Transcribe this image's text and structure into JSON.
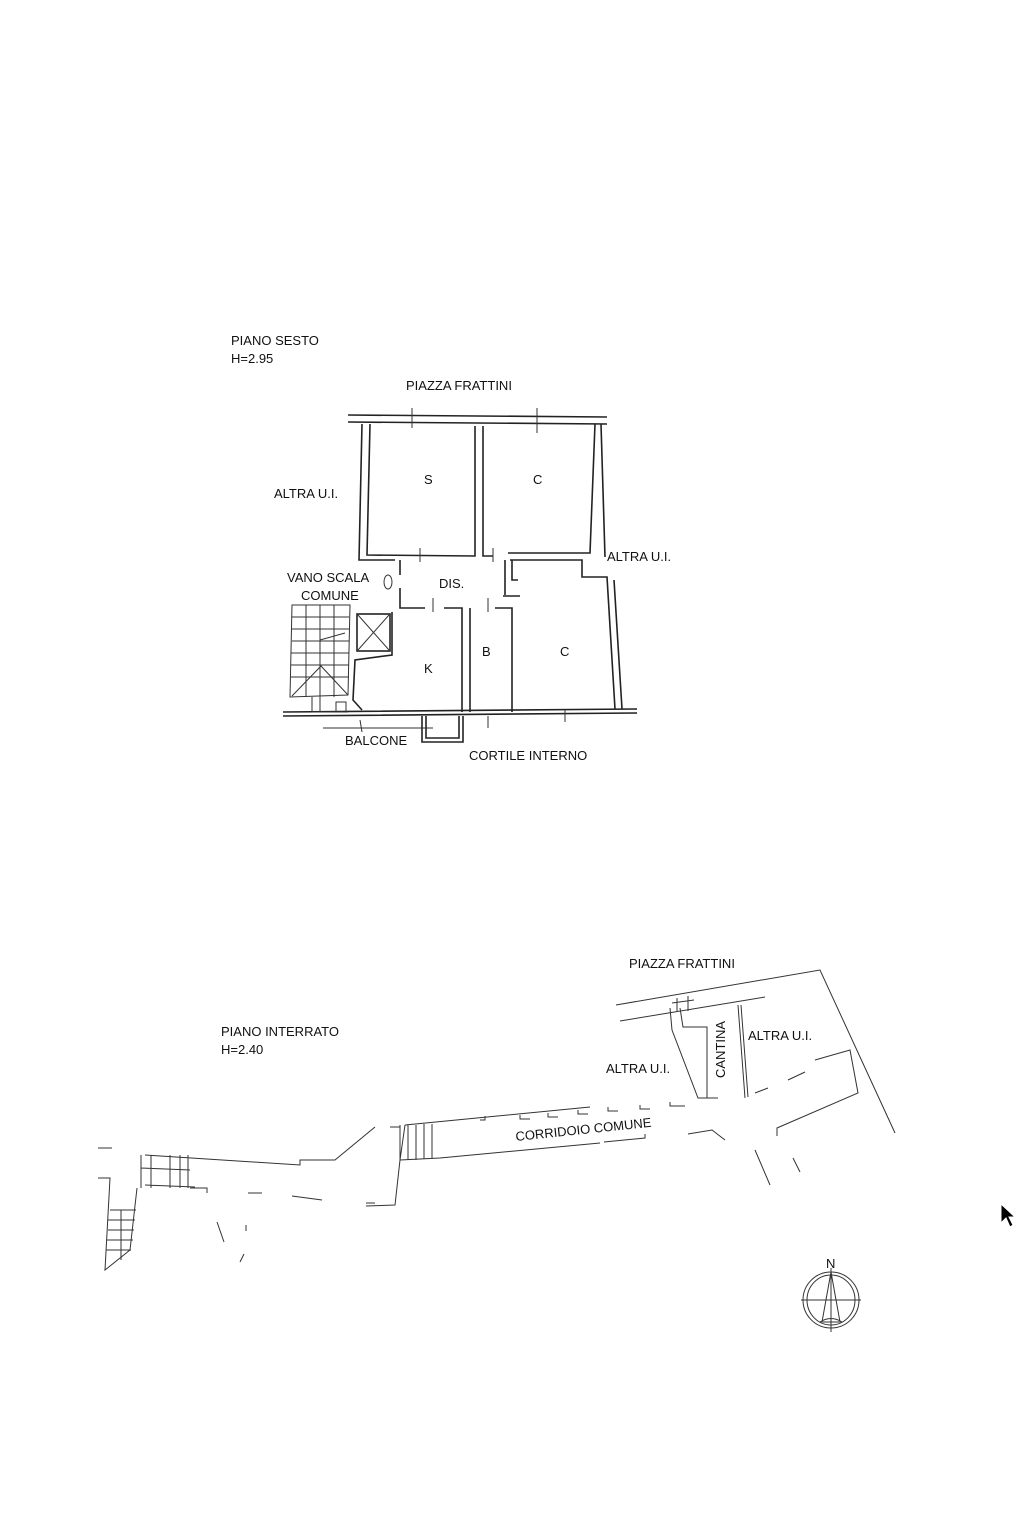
{
  "upper_plan": {
    "title": "PIANO SESTO",
    "height": "H=2.95",
    "street_top": "PIAZZA FRATTINI",
    "left_neighbor": "ALTRA U.I.",
    "right_neighbor": "ALTRA U.I.",
    "stair_label_1": "VANO SCALA",
    "stair_label_2": "COMUNE",
    "rooms": [
      "S",
      "C",
      "DIS.",
      "K",
      "B",
      "C"
    ],
    "balcony": "BALCONE",
    "courtyard": "CORTILE INTERNO"
  },
  "lower_plan": {
    "title": "PIANO INTERRATO",
    "height": "H=2.40",
    "street_top": "PIAZZA FRATTINI",
    "cellar": "CANTINA",
    "left_neighbor": "ALTRA U.I.",
    "right_neighbor": "ALTRA U.I.",
    "corridor": "CORRIDOIO COMUNE"
  },
  "compass": {
    "north": "N"
  }
}
